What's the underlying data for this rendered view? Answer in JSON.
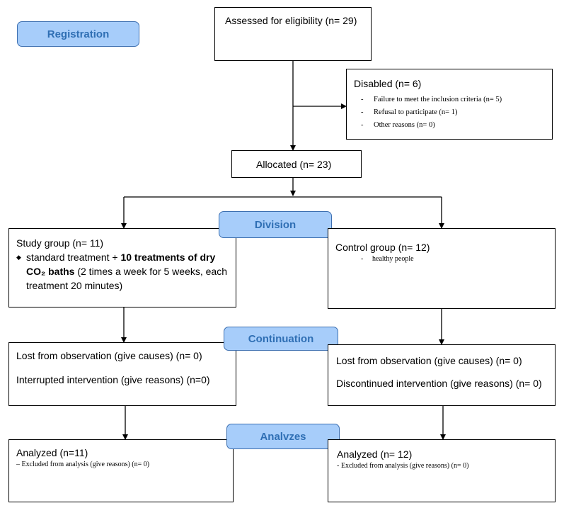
{
  "stages": {
    "registration": "Registration",
    "division": "Division",
    "continuation": "Continuation",
    "analyzes": "Analvzes"
  },
  "assessed": {
    "label": "Assessed for eligibility (n= 29)"
  },
  "disabled": {
    "title": "Disabled (n= 6)",
    "items": [
      "Failure to meet the inclusion criteria (n= 5)",
      "Refusal to participate (n= 1)",
      "Other reasons (n= 0)"
    ]
  },
  "allocated": {
    "label": "Allocated (n= 23)"
  },
  "study": {
    "title": "Study group (n= 11)",
    "bullet": "◆",
    "treatment_prefix": "standard treatment + ",
    "treatment_bold": "10 treatments of dry",
    "treatment_bold2": "CO₂ baths",
    "treatment_rest": " (2 times a week for 5 weeks, each treatment 20 minutes)"
  },
  "control": {
    "title": "Control group (n= 12)",
    "item": "healthy people"
  },
  "study_followup": {
    "lost": "Lost from observation (give causes) (n= 0)",
    "interrupted": "Interrupted intervention (give reasons) (n=0)"
  },
  "control_followup": {
    "lost": "Lost from observation (give causes) (n= 0)",
    "discontinued": "Discontinued intervention (give reasons) (n= 0)"
  },
  "study_analysis": {
    "title": "Analyzed (n=11)",
    "excluded": "– Excluded from analysis (give reasons) (n= 0)"
  },
  "control_analysis": {
    "title": "Analyzed (n= 12)",
    "excluded": "- Excluded from analysis (give reasons) (n= 0)"
  }
}
